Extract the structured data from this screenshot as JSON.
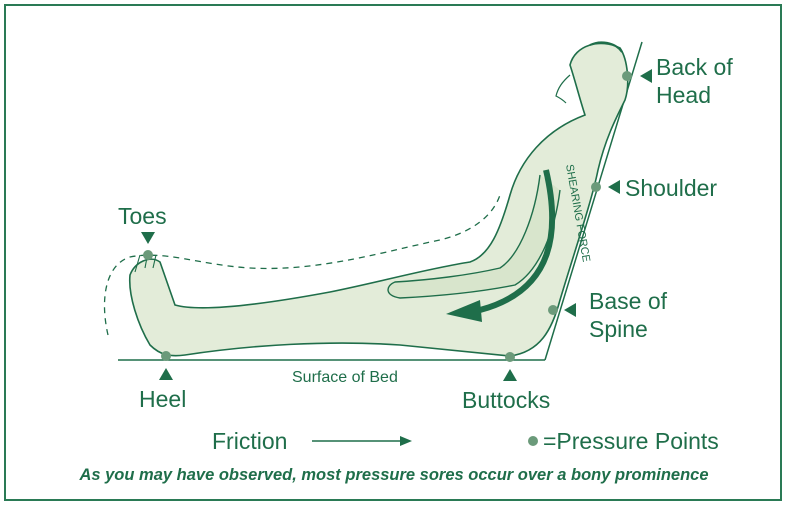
{
  "labels": {
    "back_of_head": "Back of\nHead",
    "shoulder": "Shoulder",
    "toes": "Toes",
    "base_of_spine": "Base of\nSpine",
    "heel": "Heel",
    "buttocks": "Buttocks",
    "surface_of_bed": "Surface of Bed",
    "shearing_force": "SHEARING FORCE"
  },
  "legend": {
    "friction": "Friction",
    "pressure_points": "=Pressure Points"
  },
  "caption": "As you may have observed, most pressure sores occur over a bony prominence",
  "colors": {
    "accent": "#1f6e4a",
    "body_fill": "#e3ecd9",
    "point": "#6b9a7a"
  }
}
